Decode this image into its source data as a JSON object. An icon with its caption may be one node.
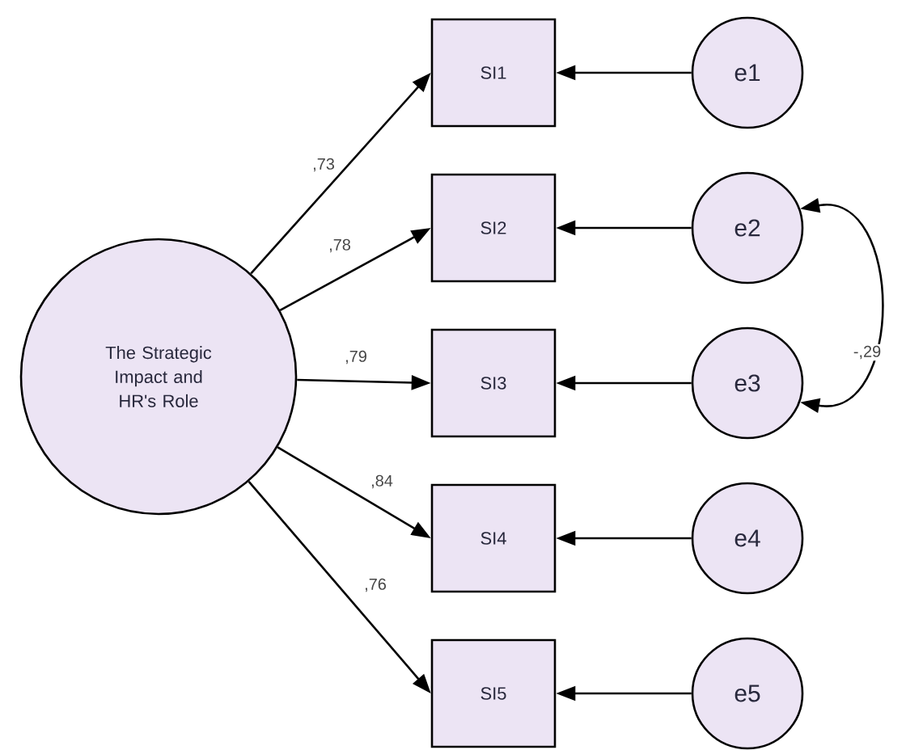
{
  "diagram": {
    "nodes": [
      {
        "text": [
          "The Strategic Impact and HR's Role"
        ]
      },
      {
        "text": [
          "SI1"
        ]
      },
      {
        "text": [
          "SI2"
        ]
      },
      {
        "text": [
          "SI3"
        ]
      },
      {
        "text": [
          "SI4"
        ]
      },
      {
        "text": [
          "SI5"
        ]
      },
      {
        "text": [
          "e1"
        ]
      },
      {
        "text": [
          "e2"
        ]
      },
      {
        "text": [
          "e3"
        ]
      },
      {
        "text": [
          "e4"
        ]
      },
      {
        "text": [
          "e5"
        ]
      }
    ],
    "edges": [
      {
        "from": 0,
        "to": 1,
        "arrow": "to",
        "label": ",73"
      },
      {
        "from": 0,
        "to": 2,
        "arrow": "to",
        "label": ",78"
      },
      {
        "from": 0,
        "to": 3,
        "arrow": "to",
        "label": ",79"
      },
      {
        "from": 0,
        "to": 4,
        "arrow": "to",
        "label": ",84"
      },
      {
        "from": 0,
        "to": 5,
        "arrow": "to",
        "label": ",76"
      },
      {
        "from": 6,
        "to": 1,
        "arrow": "to"
      },
      {
        "from": 7,
        "to": 2,
        "arrow": "to"
      },
      {
        "from": 8,
        "to": 3,
        "arrow": "to"
      },
      {
        "from": 9,
        "to": 4,
        "arrow": "to"
      },
      {
        "from": 10,
        "to": 5,
        "arrow": "to"
      },
      {
        "from": 7,
        "to": 8,
        "arrow": "both",
        "label": "-,29"
      }
    ]
  }
}
